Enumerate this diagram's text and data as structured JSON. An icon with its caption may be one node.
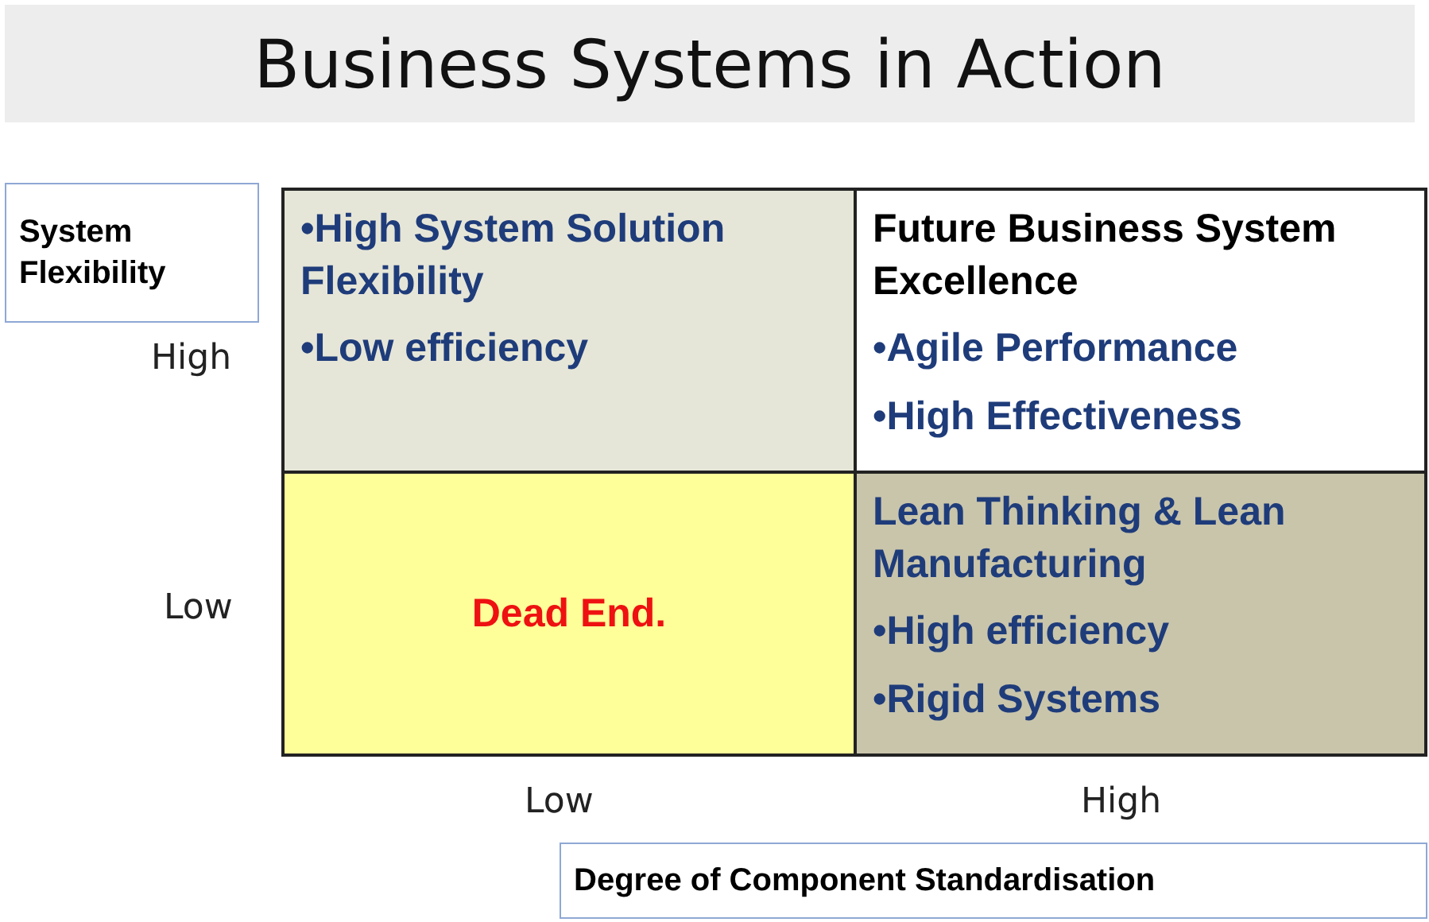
{
  "diagram": {
    "title": "Business Systems in Action",
    "nodes": [
      {
        "text": [
          "System Flexibility"
        ]
      },
      {
        "text": [
          "•High System Solution Flexibility",
          "•Low efficiency"
        ]
      },
      {
        "text": [
          "Future Business System Excellence",
          "•Agile Performance",
          "•High Effectiveness"
        ]
      },
      {
        "text": [
          "Dead End."
        ]
      },
      {
        "text": [
          "Lean Thinking & Lean Manufacturing",
          "•High efficiency",
          "•Rigid Systems"
        ]
      },
      {
        "text": [
          "Degree of Component Standardisation"
        ]
      }
    ],
    "labels": [
      "High",
      "Low",
      "Low",
      "High"
    ]
  }
}
